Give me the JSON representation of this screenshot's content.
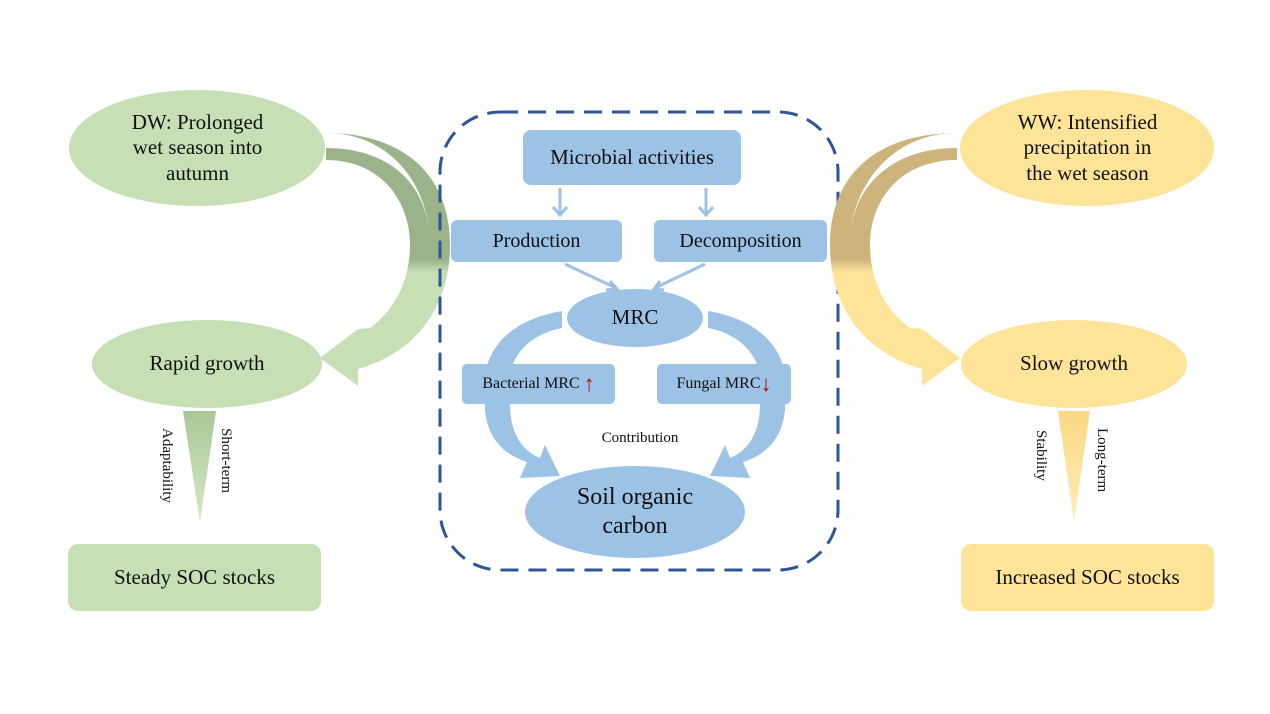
{
  "colors": {
    "green_fill": "#c6dfb4",
    "green_dark": "#9bb38b",
    "yellow_fill": "#fde499",
    "yellow_dark": "#cdb47c",
    "blue_fill": "#9cc2e5",
    "blue_arrow": "#9cc2e5",
    "dashed_border": "#2f5597",
    "red_arrow": "#c00000"
  },
  "left": {
    "cause": "DW: Prolonged wet season into autumn",
    "cause_lines": [
      "DW: Prolonged",
      "wet season into",
      "autumn"
    ],
    "growth": "Rapid growth",
    "wedge_left_label": "Adaptability",
    "wedge_right_label": "Short-term",
    "outcome": "Steady SOC stocks"
  },
  "right": {
    "cause": "WW: Intensified precipitation in the wet season",
    "cause_lines": [
      "WW: Intensified",
      "precipitation in",
      "the wet season"
    ],
    "growth": "Slow growth",
    "wedge_left_label": "Stability",
    "wedge_right_label": "Long-term",
    "outcome": "Increased SOC stocks"
  },
  "center": {
    "microbial": "Microbial activities",
    "production": "Production",
    "decomposition": "Decomposition",
    "mrc": "MRC",
    "bacterial": "Bacterial MRC",
    "bacterial_trend": "↑",
    "fungal": "Fungal MRC",
    "fungal_trend": "↓",
    "contribution": "Contribution",
    "soc_lines": [
      "Soil organic",
      "carbon"
    ]
  }
}
